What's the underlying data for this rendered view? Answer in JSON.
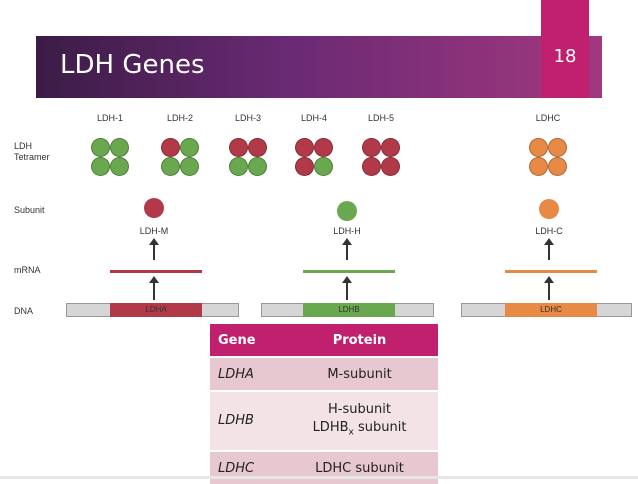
{
  "slide": {
    "title": "LDH Genes",
    "number": "18"
  },
  "colors": {
    "m_subunit": "#b23a48",
    "h_subunit": "#6aa84f",
    "c_subunit": "#e88a45",
    "accent": "#c0206e"
  },
  "diagram": {
    "row_labels": {
      "tetramer_1": "LDH",
      "tetramer_2": "Tetramer",
      "subunit": "Subunit",
      "mrna": "mRNA",
      "dna": "DNA"
    },
    "isozymes": [
      {
        "label": "LDH-1",
        "composition": [
          "H",
          "H",
          "H",
          "H"
        ]
      },
      {
        "label": "LDH-2",
        "composition": [
          "M",
          "H",
          "H",
          "H"
        ]
      },
      {
        "label": "LDH-3",
        "composition": [
          "M",
          "M",
          "H",
          "H"
        ]
      },
      {
        "label": "LDH-4",
        "composition": [
          "M",
          "M",
          "M",
          "H"
        ]
      },
      {
        "label": "LDH-5",
        "composition": [
          "M",
          "M",
          "M",
          "M"
        ]
      },
      {
        "label": "LDHC",
        "composition": [
          "C",
          "C",
          "C",
          "C"
        ]
      }
    ],
    "subunits": [
      {
        "label": "LDH-M",
        "type": "M"
      },
      {
        "label": "LDH-H",
        "type": "H"
      },
      {
        "label": "LDH-C",
        "type": "C"
      }
    ],
    "genes": [
      "LDHA",
      "LDHB",
      "LDHC"
    ]
  },
  "table": {
    "headers": [
      "Gene",
      "Protein"
    ],
    "rows": [
      {
        "gene": "LDHA",
        "protein": "M-subunit"
      },
      {
        "gene": "LDHB",
        "protein_line1": "H-subunit",
        "protein_line2_main": "LDHB",
        "protein_line2_sub": "x",
        "protein_line2_rest": " subunit"
      },
      {
        "gene": "LDHC",
        "protein": "LDHC subunit"
      }
    ]
  }
}
